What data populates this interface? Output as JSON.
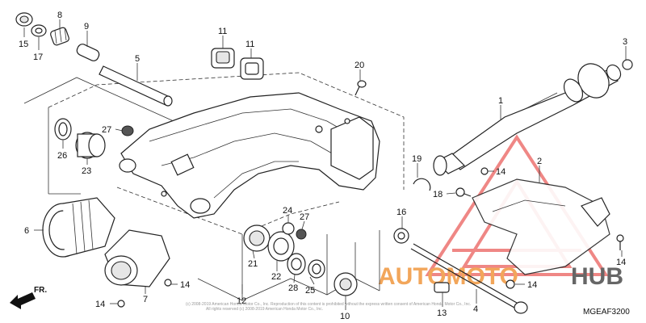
{
  "callouts": [
    {
      "id": "c15",
      "text": "15"
    },
    {
      "id": "c17",
      "text": "17"
    },
    {
      "id": "c8",
      "text": "8"
    },
    {
      "id": "c9",
      "text": "9"
    },
    {
      "id": "c5",
      "text": "5"
    },
    {
      "id": "c11a",
      "text": "11"
    },
    {
      "id": "c11b",
      "text": "11"
    },
    {
      "id": "c20",
      "text": "20"
    },
    {
      "id": "c3",
      "text": "3"
    },
    {
      "id": "c1",
      "text": "1"
    },
    {
      "id": "c27a",
      "text": "27"
    },
    {
      "id": "c26",
      "text": "26"
    },
    {
      "id": "c23",
      "text": "23"
    },
    {
      "id": "c2",
      "text": "2"
    },
    {
      "id": "c19",
      "text": "19"
    },
    {
      "id": "c14a",
      "text": "14"
    },
    {
      "id": "c18",
      "text": "18"
    },
    {
      "id": "c6",
      "text": "6"
    },
    {
      "id": "c24",
      "text": "24"
    },
    {
      "id": "c27b",
      "text": "27"
    },
    {
      "id": "c16",
      "text": "16"
    },
    {
      "id": "c21",
      "text": "21"
    },
    {
      "id": "c22",
      "text": "22"
    },
    {
      "id": "c25",
      "text": "25"
    },
    {
      "id": "c28",
      "text": "28"
    },
    {
      "id": "c14b",
      "text": "14"
    },
    {
      "id": "c12",
      "text": "12"
    },
    {
      "id": "c7",
      "text": "7"
    },
    {
      "id": "c14c",
      "text": "14"
    },
    {
      "id": "c14d",
      "text": "14"
    },
    {
      "id": "c4",
      "text": "4"
    },
    {
      "id": "c13",
      "text": "13"
    },
    {
      "id": "c10",
      "text": "10"
    },
    {
      "id": "c14e",
      "text": "14"
    }
  ],
  "direction_label": "FR.",
  "diagram_code": "MGEAF3200",
  "watermark": {
    "part1": "AUTOMOTO",
    "part2": "HUB",
    "color_orange": "#f2a65a",
    "color_grey": "#666666",
    "color_red": "#e53935"
  },
  "copyright_line1": "(c) 2008-2019 American Honda Motor Co., Inc. Reproduction of this content is prohibited without the express written consent of American Honda Motor Co., Inc.",
  "copyright_line2": "All rights reserved (c) 2008-2019 American Honda Motor Co., Inc."
}
